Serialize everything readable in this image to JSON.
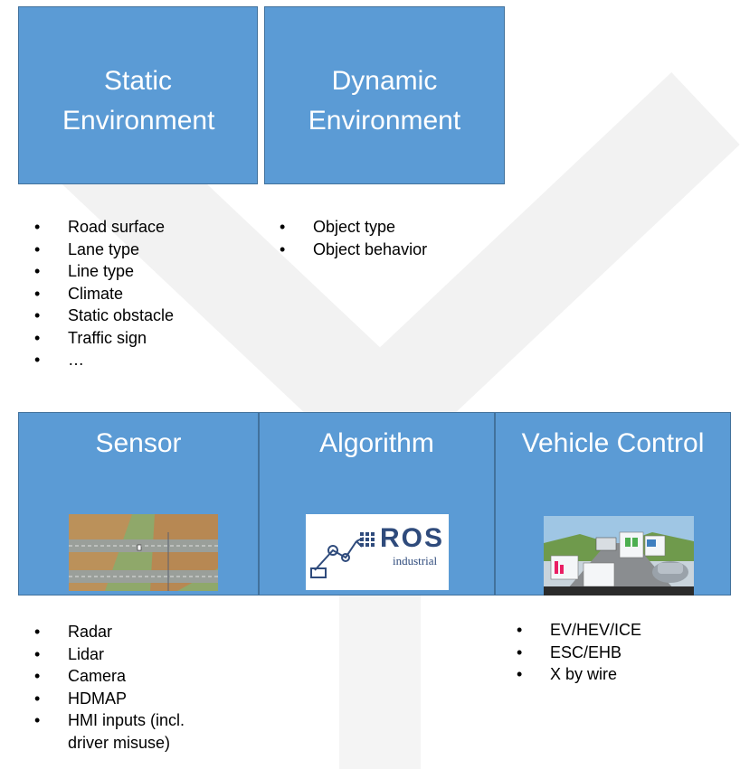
{
  "top_boxes": {
    "static_title": "Static Environment",
    "dynamic_title": "Dynamic Environment"
  },
  "static_items": [
    "Road surface",
    "Lane type",
    "Line type",
    "Climate",
    "Static obstacle",
    "Traffic sign",
    "…"
  ],
  "dynamic_items": [
    "Object type",
    "Object behavior"
  ],
  "bottom_boxes": {
    "sensor_title": "Sensor",
    "algorithm_title": "Algorithm",
    "vehicle_title": "Vehicle Control"
  },
  "ros_logo_text": "ROS",
  "ros_logo_subtext": "industrial",
  "sensor_items": [
    "Radar",
    "Lidar",
    "Camera",
    "HDMAP",
    "HMI inputs (incl. driver misuse)"
  ],
  "vehicle_items": [
    "EV/HEV/ICE",
    "ESC/EHB",
    "X by wire"
  ],
  "colors": {
    "box_fill": "#5b9bd5",
    "box_border": "#41719c",
    "text_on_box": "#ffffff"
  }
}
